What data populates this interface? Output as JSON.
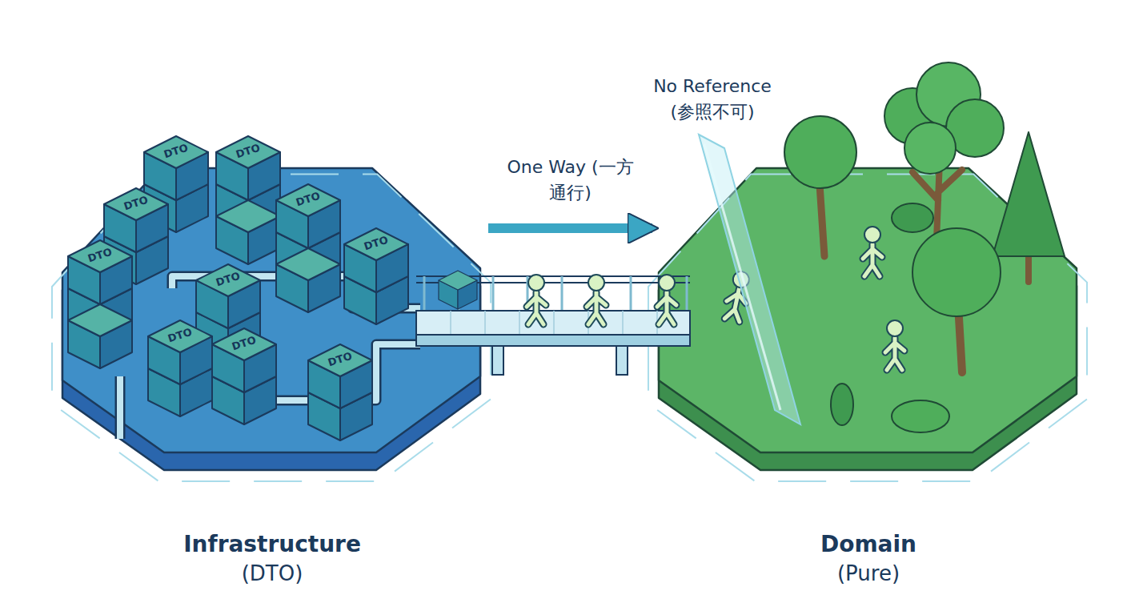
{
  "diagram": {
    "nodes": [
      {
        "text": [
          "Infrastructure",
          "(DTO)"
        ]
      },
      {
        "text": [
          "DTO"
        ],
        "in": 0
      },
      {
        "text": [
          "DTO"
        ],
        "in": 0
      },
      {
        "text": [
          "DTO"
        ],
        "in": 0
      },
      {
        "text": [
          "DTO"
        ],
        "in": 0
      },
      {
        "text": [
          "DTO"
        ],
        "in": 0
      },
      {
        "text": [
          "DTO"
        ],
        "in": 0
      },
      {
        "text": [
          "DTO"
        ],
        "in": 0
      },
      {
        "text": [
          "DTO"
        ],
        "in": 0
      },
      {
        "text": [
          "DTO"
        ],
        "in": 0
      },
      {
        "text": [
          "DTO"
        ],
        "in": 0
      },
      {
        "text": [
          "Domain",
          "(Pure)"
        ]
      }
    ],
    "edges": [
      {
        "from": 0,
        "to": 11,
        "arrow": "to",
        "label": "One Way (一方通行)"
      }
    ],
    "labels": [
      "No Reference (参照不可)"
    ]
  }
}
